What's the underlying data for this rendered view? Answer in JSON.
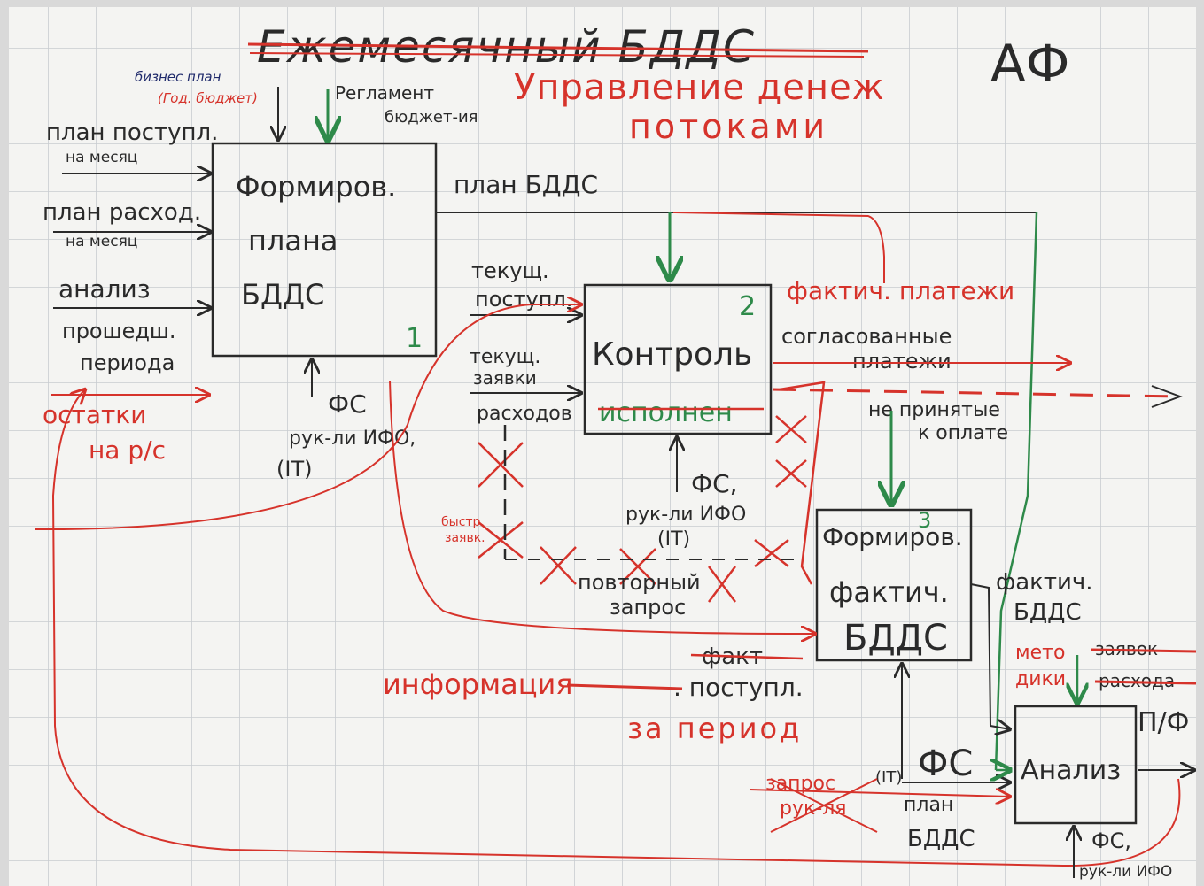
{
  "title": {
    "struck": "Ежемесячный БДДС",
    "main_line1": "Управление денеж",
    "main_line2": "потоками",
    "corner": "АФ"
  },
  "inputs": {
    "business_plan": "бизнес план",
    "business_plan_sub": "(Год. бюджет)",
    "reglament": "Регламент",
    "reglament_sub": "бюджет-ия",
    "plan_income": "план поступл.",
    "plan_income_sub": "на месяц",
    "plan_expense": "план расход.",
    "plan_expense_sub": "на месяц",
    "analysis": "анализ",
    "analysis_sub1": "прошедш.",
    "analysis_sub2": "периода",
    "balances1": "остатки",
    "balances2": "на р/с"
  },
  "blocks": [
    {
      "line1": "Формиров.",
      "line2": "плана",
      "line3": "БДДС",
      "num": "1"
    },
    {
      "line1": "Контроль",
      "line2": "исполнен",
      "num": "2"
    },
    {
      "line1": "Формиров.",
      "line2": "фактич.",
      "line3": "БДДС",
      "num": "3"
    },
    {
      "line1": "Анализ"
    }
  ],
  "arrows": {
    "plan_bdds": "план БДДС",
    "tek_income1": "текущ.",
    "tek_income2": "поступл.",
    "tek_requests1": "текущ.",
    "tek_requests2": "заявки",
    "tek_requests3": "расходов",
    "fact_payments": "фактич. платежи",
    "agreed1": "согласованные",
    "agreed2": "платежи",
    "not_accepted1": "не принятые",
    "not_accepted2": "к оплате",
    "repeat1": "повторный",
    "repeat2": "запрос",
    "urgent1": "быстр.",
    "urgent2": "заявк.",
    "fact_struck": "факт",
    "info_word": "информация",
    "info_rest": ". поступл.",
    "for_period": "за период",
    "fact_bdds1": "фактич.",
    "fact_bdds2": "БДДС",
    "methods1": "мето",
    "methods2": "дики",
    "methods_struck1": "заявок",
    "methods_struck2": "расхода",
    "pf": "П/Ф",
    "request_struck1": "запрос",
    "request_struck2": "рук-ля",
    "plan_bdds_low1": "план",
    "plan_bdds_low2": "БДДС"
  },
  "mechanisms": {
    "fs1": "ФС",
    "ruk1": "рук-ли ИФО,",
    "it1": "(IT)",
    "fs2": "ФС,",
    "ruk2": "рук-ли ИФО",
    "it2": "(IT)",
    "fs3": "ФС",
    "it3": "(IT)",
    "fs4": "ФС,",
    "ruk4": "рук-ли ИФО"
  },
  "colors": {
    "paper": "#f4f4f2",
    "grid": "#c8ccd0",
    "ink": "#2a2a2a",
    "red": "#d6332b",
    "green": "#2e8a4a",
    "navy": "#1f2a6b"
  }
}
